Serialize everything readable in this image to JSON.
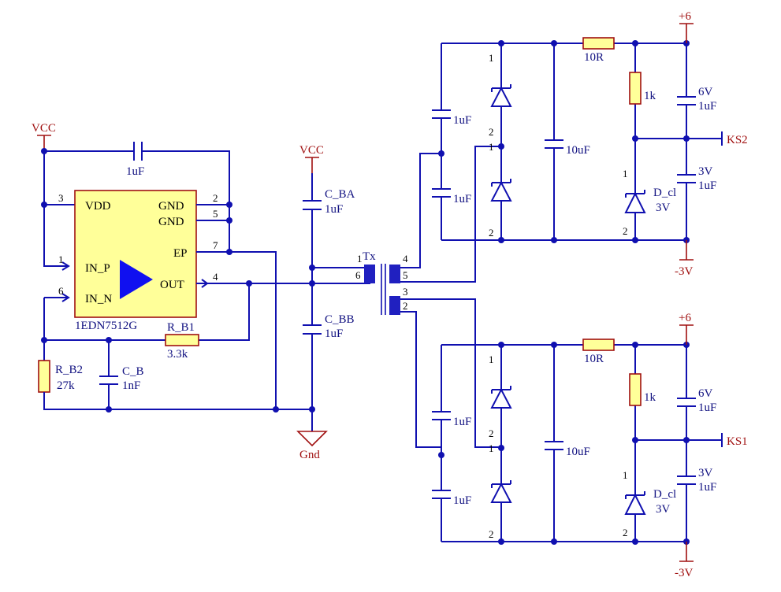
{
  "colors": {
    "wire": "#1010b0",
    "power": "#a01010",
    "ic_fill": "#ffff99",
    "resistor_fill": "#ffff99",
    "triangle": "#1010f0"
  },
  "ic": {
    "name": "1EDN7512G",
    "pins": {
      "vdd": "VDD",
      "gnd1": "GND",
      "gnd2": "GND",
      "ep": "EP",
      "in_p": "IN_P",
      "out": "OUT",
      "in_n": "IN_N"
    },
    "pin_numbers": {
      "vdd": "3",
      "gnd1": "2",
      "gnd2": "5",
      "ep": "7",
      "in_p": "1",
      "out": "4",
      "in_n": "6"
    }
  },
  "power": {
    "vcc": "VCC",
    "gnd": "Gnd",
    "plus6": "+6",
    "minus3": "-3V"
  },
  "left": {
    "c_top": "1uF",
    "rb1_name": "R_B1",
    "rb1_value": "3.3k",
    "rb2_name": "R_B2",
    "rb2_value": "27k",
    "cb_name": "C_B",
    "cb_value": "1nF"
  },
  "mid": {
    "cba_name": "C_BA",
    "cba_value": "1uF",
    "cbb_name": "C_BB",
    "cbb_value": "1uF",
    "tx_name": "Tx",
    "tx_pins": {
      "p1": "1",
      "p6": "6",
      "p4": "4",
      "p5": "5",
      "p3": "3",
      "p2": "2"
    }
  },
  "channels": [
    {
      "c_top": "1uF",
      "c_bot": "1uF",
      "c_mid": "10uF",
      "r_series": "10R",
      "r_bias": "1k",
      "c_6v_v": "6V",
      "c_6v_c": "1uF",
      "c_3v_v": "3V",
      "c_3v_c": "1uF",
      "zener_name": "D_cl",
      "zener_value": "3V",
      "output": "KS2",
      "pins": {
        "d1": "1",
        "d2": "2",
        "d3": "1",
        "d4": "2",
        "z1": "1",
        "z2": "2"
      }
    },
    {
      "c_top": "1uF",
      "c_bot": "1uF",
      "c_mid": "10uF",
      "r_series": "10R",
      "r_bias": "1k",
      "c_6v_v": "6V",
      "c_6v_c": "1uF",
      "c_3v_v": "3V",
      "c_3v_c": "1uF",
      "zener_name": "D_cl",
      "zener_value": "3V",
      "output": "KS1",
      "pins": {
        "d1": "1",
        "d2": "2",
        "d3": "1",
        "d4": "2",
        "z1": "1",
        "z2": "2"
      }
    }
  ]
}
